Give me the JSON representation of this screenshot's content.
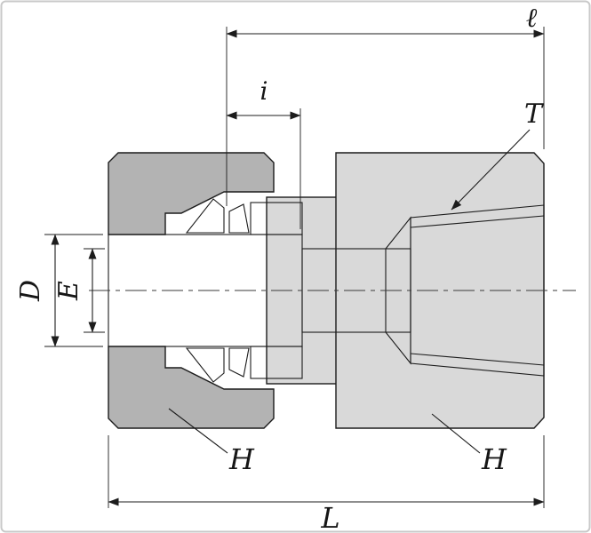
{
  "figure": {
    "title": "Tube fitting female connector cross-section drawing",
    "background": "#ffffff",
    "frame_color": "#c9c9c9",
    "colors": {
      "outline": "#1c1c1c",
      "nut": "#b3b3b3",
      "body": "#d9d9d9",
      "ferrule": "#a3a3a3",
      "bore": "#ffffff",
      "dimension": "#1c1c1c"
    },
    "labels": {
      "overall_length": "L",
      "body_length": "ℓ",
      "insertion_depth": "i",
      "thread": "T",
      "bore_d": "D",
      "bore_e": "E",
      "nut_hex": "H",
      "body_hex": "H"
    }
  }
}
